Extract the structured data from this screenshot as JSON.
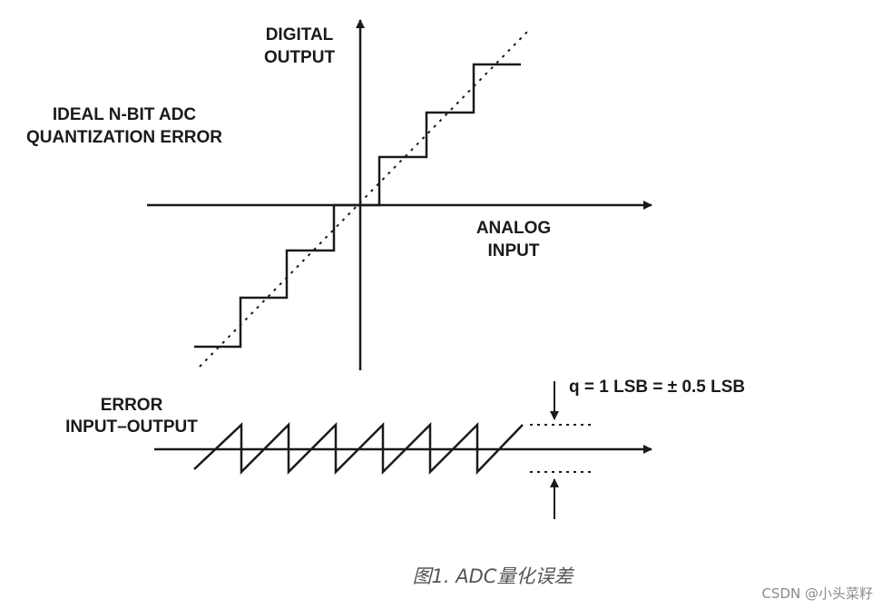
{
  "labels": {
    "y_axis_line1": "DIGITAL",
    "y_axis_line2": "OUTPUT",
    "heading_line1": "IDEAL N-BIT ADC",
    "heading_line2": "QUANTIZATION ERROR",
    "x_axis_line1": "ANALOG",
    "x_axis_line2": "INPUT",
    "error_line1": "ERROR",
    "error_line2": "INPUT–OUTPUT",
    "q_label": "q = 1 LSB = ± 0.5 LSB"
  },
  "caption": "图1. ADC量化误差",
  "watermark": "CSDN @小头菜籽",
  "colors": {
    "line": "#1a1a1a",
    "caption": "#555555",
    "watermark": "#8a8a8a"
  }
}
